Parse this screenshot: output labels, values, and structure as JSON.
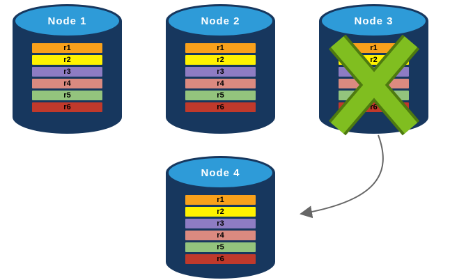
{
  "diagram": {
    "nodes": [
      {
        "id": "node-1",
        "label": "Node 1",
        "failed": false,
        "rows": [
          {
            "label": "r1",
            "color": "#F9A11B"
          },
          {
            "label": "r2",
            "color": "#FFF200"
          },
          {
            "label": "r3",
            "color": "#8E7CC3"
          },
          {
            "label": "r4",
            "color": "#DB8A80"
          },
          {
            "label": "r5",
            "color": "#93C47D"
          },
          {
            "label": "r6",
            "color": "#C0392B"
          }
        ]
      },
      {
        "id": "node-2",
        "label": "Node 2",
        "failed": false,
        "rows": [
          {
            "label": "r1",
            "color": "#F9A11B"
          },
          {
            "label": "r2",
            "color": "#FFF200"
          },
          {
            "label": "r3",
            "color": "#8E7CC3"
          },
          {
            "label": "r4",
            "color": "#DB8A80"
          },
          {
            "label": "r5",
            "color": "#93C47D"
          },
          {
            "label": "r6",
            "color": "#C0392B"
          }
        ]
      },
      {
        "id": "node-3",
        "label": "Node 3",
        "failed": true,
        "rows": [
          {
            "label": "r1",
            "color": "#F9A11B"
          },
          {
            "label": "r2",
            "color": "#FFF200"
          },
          {
            "label": "r3",
            "color": "#8E7CC3"
          },
          {
            "label": "r4",
            "color": "#DB8A80"
          },
          {
            "label": "r5",
            "color": "#93C47D"
          },
          {
            "label": "r6",
            "color": "#C0392B"
          }
        ]
      },
      {
        "id": "node-4",
        "label": "Node 4",
        "failed": false,
        "rows": [
          {
            "label": "r1",
            "color": "#F9A11B"
          },
          {
            "label": "r2",
            "color": "#FFF200"
          },
          {
            "label": "r3",
            "color": "#8E7CC3"
          },
          {
            "label": "r4",
            "color": "#DB8A80"
          },
          {
            "label": "r5",
            "color": "#93C47D"
          },
          {
            "label": "r6",
            "color": "#C0392B"
          }
        ]
      }
    ],
    "failure_marker": {
      "node": "Node 3",
      "icon": "x-icon"
    },
    "arrow": {
      "from": "Node 3",
      "to": "Node 4"
    },
    "colors": {
      "cylinder_body": "#17375E",
      "cylinder_top": "#2E9BD8",
      "node_label_text": "#FFFFFF",
      "row_text": "#000000",
      "x_inner": "#80BE20",
      "x_outer": "#4E7A10",
      "arrow": "#666666"
    }
  }
}
